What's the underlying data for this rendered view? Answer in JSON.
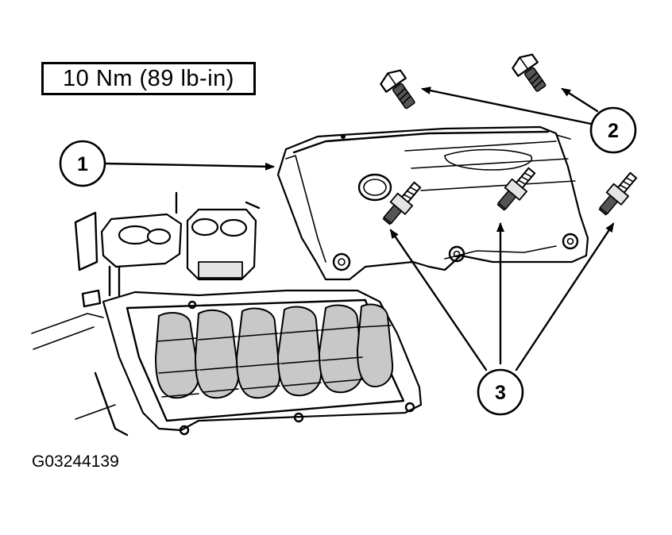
{
  "torque_spec": "10 Nm (89 lb-in)",
  "figure_id": "G03244139",
  "callouts": [
    {
      "label": "1"
    },
    {
      "label": "2"
    },
    {
      "label": "3"
    }
  ]
}
